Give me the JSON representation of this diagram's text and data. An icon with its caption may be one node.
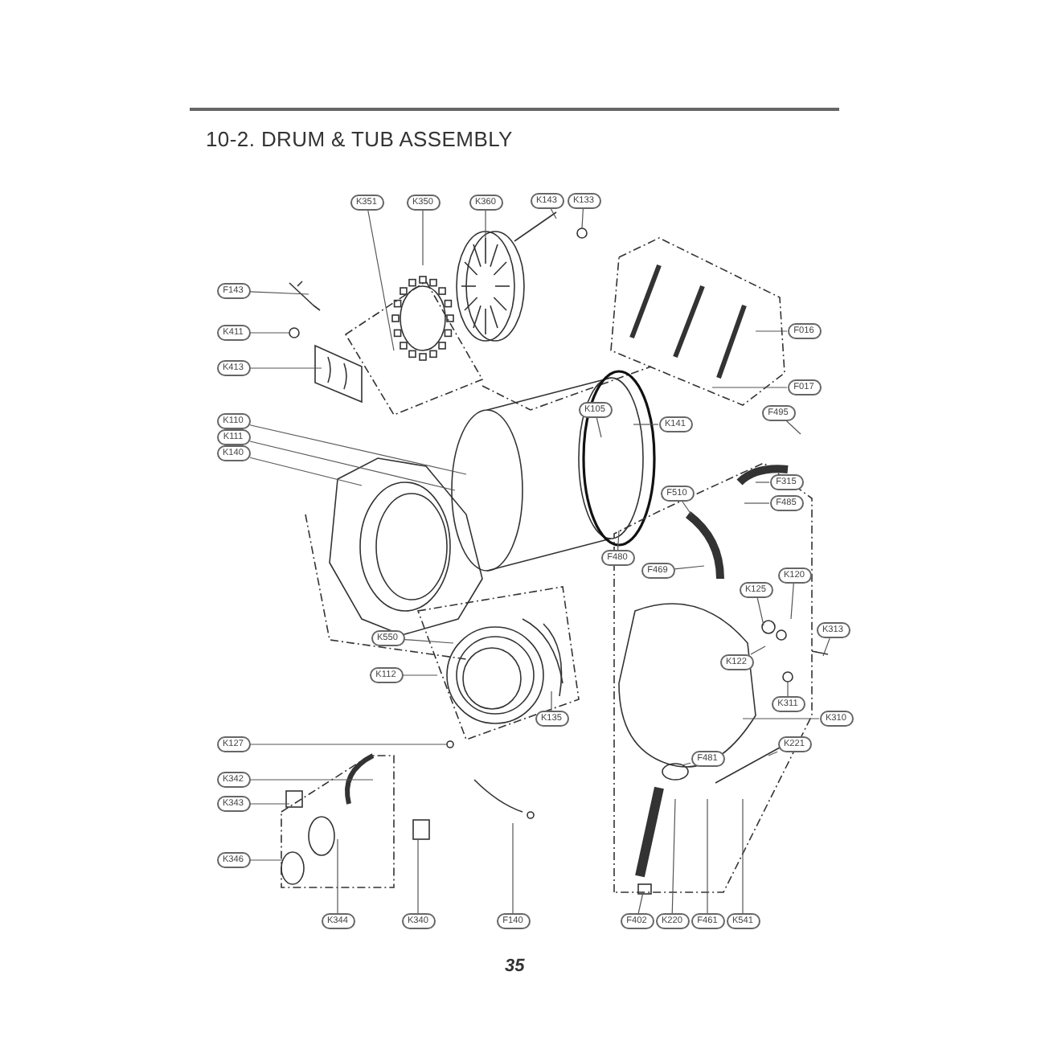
{
  "diagram": {
    "title": "10-2. DRUM & TUB ASSEMBLY",
    "nodes": [
      {
        "text": [
          "K351"
        ]
      },
      {
        "text": [
          "K350"
        ]
      },
      {
        "text": [
          "K360"
        ]
      },
      {
        "text": [
          "K143"
        ]
      },
      {
        "text": [
          "K133"
        ]
      },
      {
        "text": [
          "F143"
        ]
      },
      {
        "text": [
          "K411"
        ]
      },
      {
        "text": [
          "K413"
        ]
      },
      {
        "text": [
          "K110"
        ]
      },
      {
        "text": [
          "K111"
        ]
      },
      {
        "text": [
          "K140"
        ]
      },
      {
        "text": [
          "K105"
        ]
      },
      {
        "text": [
          "K141"
        ]
      },
      {
        "text": [
          "F016"
        ]
      },
      {
        "text": [
          "F017"
        ]
      },
      {
        "text": [
          "F495"
        ]
      },
      {
        "text": [
          "F510"
        ]
      },
      {
        "text": [
          "F315"
        ]
      },
      {
        "text": [
          "F485"
        ]
      },
      {
        "text": [
          "F480"
        ]
      },
      {
        "text": [
          "F469"
        ]
      },
      {
        "text": [
          "K120"
        ]
      },
      {
        "text": [
          "K125"
        ]
      },
      {
        "text": [
          "K122"
        ]
      },
      {
        "text": [
          "K313"
        ]
      },
      {
        "text": [
          "K311"
        ]
      },
      {
        "text": [
          "K310"
        ]
      },
      {
        "text": [
          "F481"
        ]
      },
      {
        "text": [
          "K221"
        ]
      },
      {
        "text": [
          "F402"
        ]
      },
      {
        "text": [
          "K220"
        ]
      },
      {
        "text": [
          "F461"
        ]
      },
      {
        "text": [
          "K541"
        ]
      },
      {
        "text": [
          "K550"
        ]
      },
      {
        "text": [
          "K112"
        ]
      },
      {
        "text": [
          "K135"
        ]
      },
      {
        "text": [
          "K127"
        ]
      },
      {
        "text": [
          "K342"
        ]
      },
      {
        "text": [
          "K343"
        ]
      },
      {
        "text": [
          "K346"
        ]
      },
      {
        "text": [
          "K344"
        ]
      },
      {
        "text": [
          "K340"
        ]
      },
      {
        "text": [
          "F140"
        ]
      }
    ],
    "edges": [
      {
        "from": 0,
        "to": null,
        "arrow": "none"
      },
      {
        "from": 1,
        "to": null,
        "arrow": "none"
      },
      {
        "from": 2,
        "to": null,
        "arrow": "none"
      },
      {
        "from": 3,
        "to": null,
        "arrow": "none"
      },
      {
        "from": 4,
        "to": null,
        "arrow": "none"
      },
      {
        "from": 5,
        "to": null,
        "arrow": "none"
      },
      {
        "from": 6,
        "to": null,
        "arrow": "none"
      },
      {
        "from": 7,
        "to": null,
        "arrow": "none"
      },
      {
        "from": 8,
        "to": null,
        "arrow": "none"
      },
      {
        "from": 9,
        "to": null,
        "arrow": "none"
      },
      {
        "from": 10,
        "to": null,
        "arrow": "none"
      },
      {
        "from": 11,
        "to": null,
        "arrow": "none"
      },
      {
        "from": 12,
        "to": null,
        "arrow": "none"
      },
      {
        "from": 13,
        "to": null,
        "arrow": "none"
      },
      {
        "from": 14,
        "to": null,
        "arrow": "none"
      },
      {
        "from": 15,
        "to": null,
        "arrow": "none"
      },
      {
        "from": 16,
        "to": null,
        "arrow": "none"
      },
      {
        "from": 17,
        "to": null,
        "arrow": "none"
      },
      {
        "from": 18,
        "to": null,
        "arrow": "none"
      },
      {
        "from": 19,
        "to": null,
        "arrow": "none"
      },
      {
        "from": 20,
        "to": null,
        "arrow": "none"
      },
      {
        "from": 21,
        "to": null,
        "arrow": "none"
      },
      {
        "from": 22,
        "to": null,
        "arrow": "none"
      },
      {
        "from": 23,
        "to": null,
        "arrow": "none"
      },
      {
        "from": 24,
        "to": null,
        "arrow": "none"
      },
      {
        "from": 25,
        "to": null,
        "arrow": "none"
      },
      {
        "from": 26,
        "to": null,
        "arrow": "none"
      },
      {
        "from": 27,
        "to": null,
        "arrow": "none"
      },
      {
        "from": 28,
        "to": null,
        "arrow": "none"
      },
      {
        "from": 29,
        "to": null,
        "arrow": "none"
      },
      {
        "from": 30,
        "to": null,
        "arrow": "none"
      },
      {
        "from": 31,
        "to": null,
        "arrow": "none"
      },
      {
        "from": 32,
        "to": null,
        "arrow": "none"
      },
      {
        "from": 33,
        "to": null,
        "arrow": "none"
      },
      {
        "from": 34,
        "to": null,
        "arrow": "none"
      },
      {
        "from": 35,
        "to": null,
        "arrow": "none"
      },
      {
        "from": 36,
        "to": null,
        "arrow": "none"
      },
      {
        "from": 37,
        "to": null,
        "arrow": "none"
      },
      {
        "from": 38,
        "to": null,
        "arrow": "none"
      },
      {
        "from": 39,
        "to": null,
        "arrow": "none"
      },
      {
        "from": 40,
        "to": null,
        "arrow": "none"
      },
      {
        "from": 41,
        "to": null,
        "arrow": "none"
      },
      {
        "from": 42,
        "to": null,
        "arrow": "none"
      }
    ],
    "labels": [
      "35"
    ]
  }
}
